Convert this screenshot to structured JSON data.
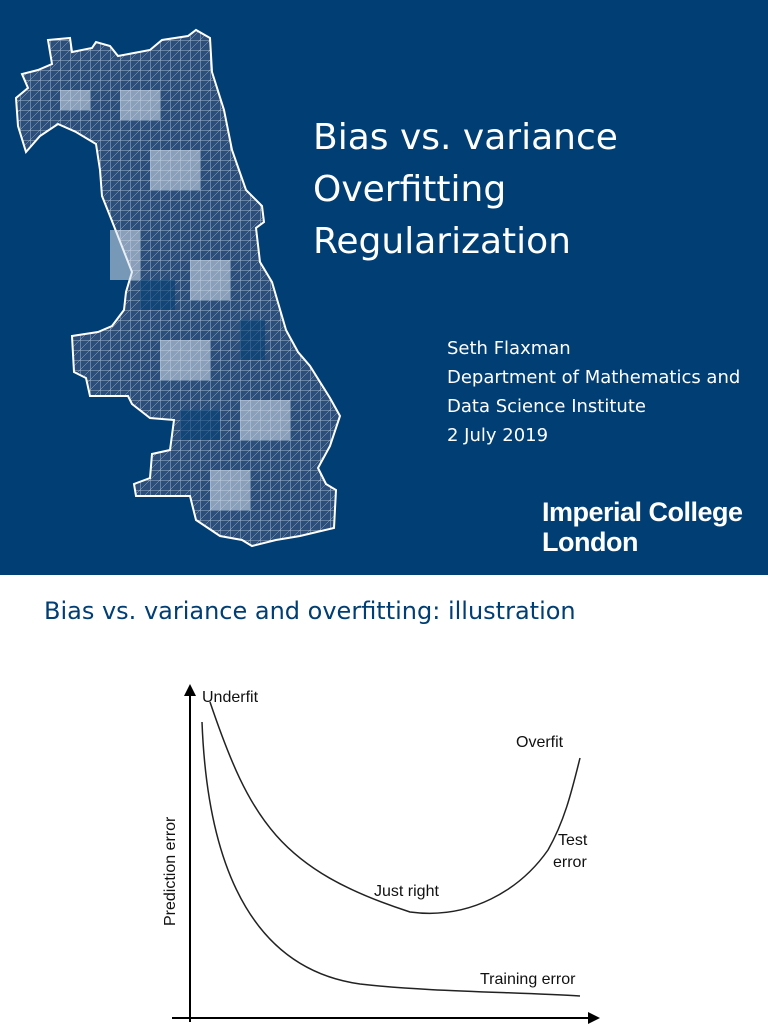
{
  "slide1": {
    "title_lines": [
      "Bias vs. variance",
      "Overfitting",
      "Regularization"
    ],
    "author": "Seth Flaxman",
    "affiliation_line1": "Department of Mathematics and",
    "affiliation_line2": "Data Science Institute",
    "date": "2 July 2019",
    "logo_line1": "Imperial College",
    "logo_line2": "London",
    "colors": {
      "background": "#003e74",
      "text": "#ffffff"
    }
  },
  "slide2": {
    "heading": "Bias vs. variance and overfitting: illustration",
    "colors": {
      "heading": "#003e74"
    }
  },
  "chart_data": {
    "type": "line",
    "title": "",
    "xlabel": "",
    "ylabel": "Prediction error",
    "series": [
      {
        "name": "Test error"
      },
      {
        "name": "Training error"
      }
    ],
    "annotations": [
      "Underfit",
      "Overfit",
      "Just right",
      "Test",
      "error",
      "Training error"
    ]
  }
}
